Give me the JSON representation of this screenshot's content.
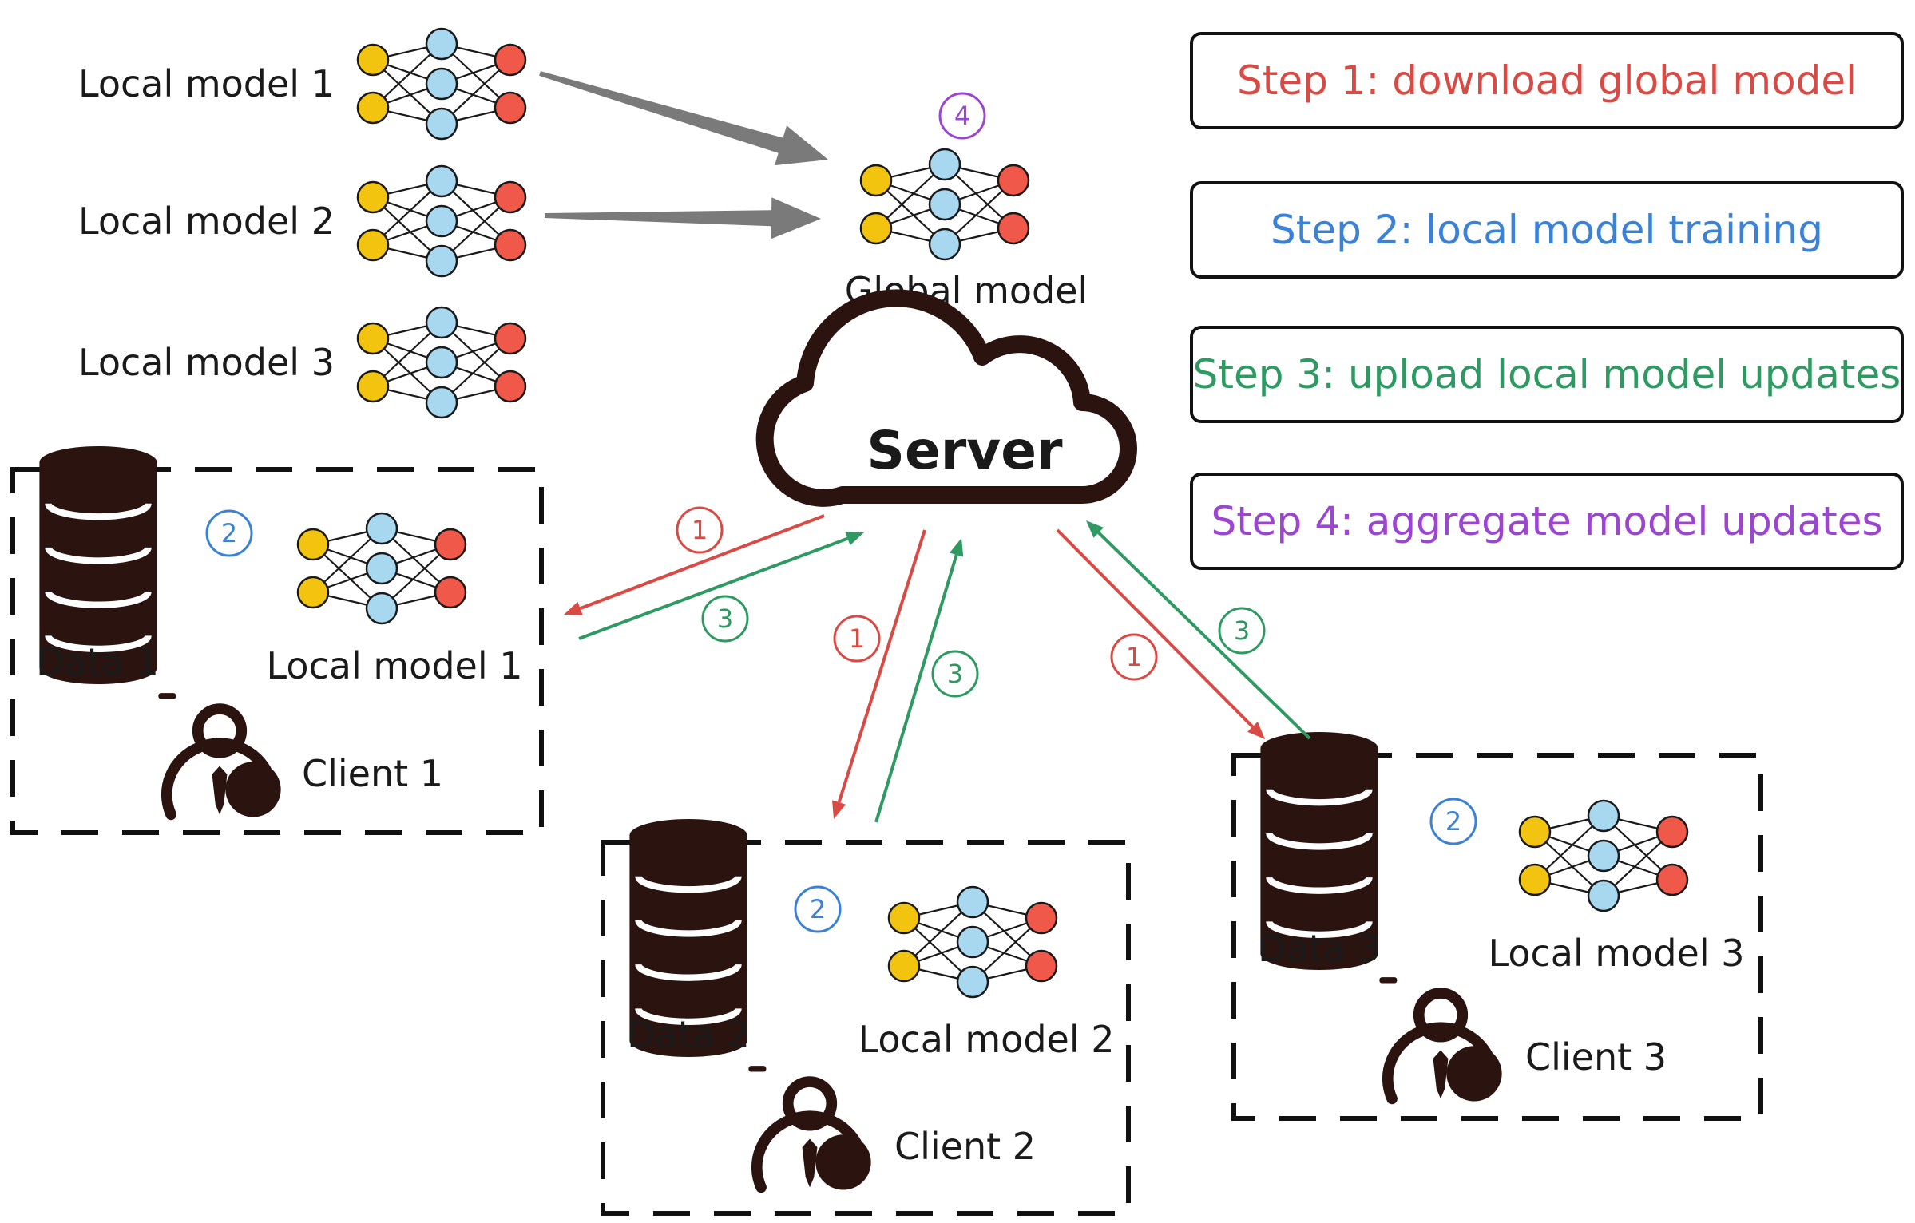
{
  "server": {
    "label": "Server"
  },
  "global_model": {
    "label": "Global model",
    "badge": "4"
  },
  "local_models_stack": [
    "Local model 1",
    "Local model 2",
    "Local model 3"
  ],
  "clients": [
    {
      "data_label": "Data 1",
      "model_label": "Local model 1",
      "client_label": "Client 1",
      "badge": "2"
    },
    {
      "data_label": "Data 2",
      "model_label": "Local model 2",
      "client_label": "Client 2",
      "badge": "2"
    },
    {
      "data_label": "Data 3",
      "model_label": "Local model 3",
      "client_label": "Client 3",
      "badge": "2"
    }
  ],
  "steps": [
    {
      "label": "Step 1: download global model",
      "color": "#d94a44"
    },
    {
      "label": "Step 2: local model training",
      "color": "#3b82d6"
    },
    {
      "label": "Step 3: upload  local model updates",
      "color": "#2e9a62"
    },
    {
      "label": "Step 4: aggregate model updates",
      "color": "#9b45d0"
    }
  ],
  "arrow_badges": {
    "download": "1",
    "upload": "3"
  },
  "colors": {
    "download": "#d94a44",
    "training": "#3b82d6",
    "upload": "#2e9a62",
    "aggregate": "#9b45d0",
    "input_node": "#f2c40f",
    "hidden_node": "#a8d8f0",
    "output_node": "#f0594a",
    "icon_dark": "#2b1410",
    "merge_arrow": "#7a7a7a"
  }
}
